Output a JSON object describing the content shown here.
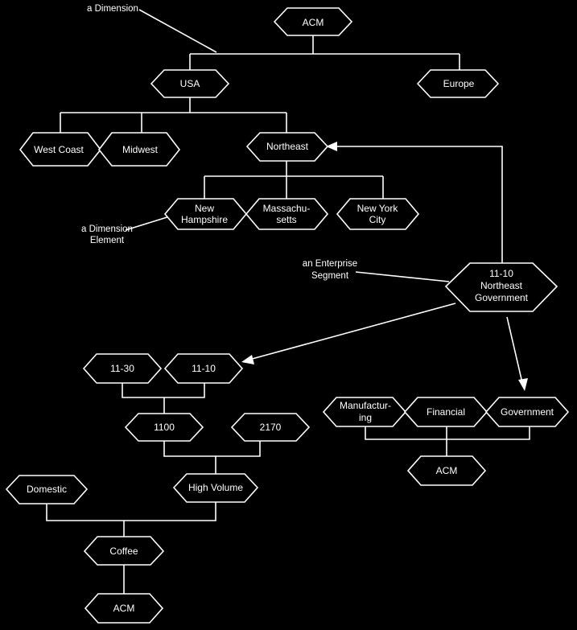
{
  "nodes": {
    "acm_top": [
      "ACM"
    ],
    "usa": [
      "USA"
    ],
    "europe": [
      "Europe"
    ],
    "west_coast": [
      "West Coast"
    ],
    "midwest": [
      "Midwest"
    ],
    "northeast": [
      "Northeast"
    ],
    "new_hampshire": [
      "New",
      "Hampshire"
    ],
    "massachusetts": [
      "Massachu-",
      "setts"
    ],
    "new_york_city": [
      "New York",
      "City"
    ],
    "segment": [
      "11-10",
      "Northeast",
      "Government"
    ],
    "n1130": [
      "11-30"
    ],
    "n1110": [
      "11-10"
    ],
    "n1100": [
      "1100"
    ],
    "n2170": [
      "2170"
    ],
    "high_volume": [
      "High Volume"
    ],
    "domestic": [
      "Domestic"
    ],
    "coffee": [
      "Coffee"
    ],
    "acm_bottom_left": [
      "ACM"
    ],
    "manufacturing": [
      "Manufactur-",
      "ing"
    ],
    "financial": [
      "Financial"
    ],
    "government": [
      "Government"
    ],
    "acm_bottom_right": [
      "ACM"
    ]
  },
  "annotations": {
    "dimension": [
      "a Dimension"
    ],
    "dimension_element": [
      "a Dimension",
      "Element"
    ],
    "enterprise_segment": [
      "an Enterprise",
      "Segment"
    ]
  },
  "colors": {
    "background": "#000000",
    "foreground": "#ffffff"
  }
}
